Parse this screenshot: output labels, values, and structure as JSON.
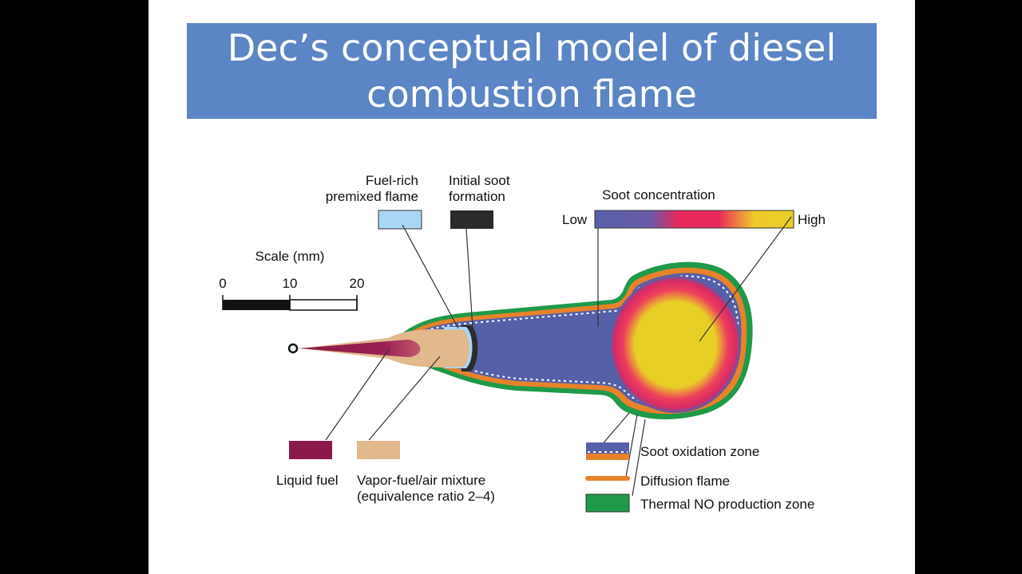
{
  "slide": {
    "title": "Dec’s conceptual model of diesel combustion flame"
  },
  "labels": {
    "fuel_rich_line1": "Fuel-rich",
    "fuel_rich_line2": "premixed flame",
    "initial_soot_line1": "Initial soot",
    "initial_soot_line2": "formation",
    "soot_concentration": "Soot concentration",
    "low": "Low",
    "high": "High",
    "scale_title": "Scale (mm)",
    "scale_ticks": [
      "0",
      "10",
      "20"
    ],
    "liquid_fuel": "Liquid fuel",
    "vapor_line1": "Vapor-fuel/air mixture",
    "vapor_line2": "(equivalence ratio 2–4)",
    "soot_oxidation": "Soot oxidation zone",
    "diffusion_flame": "Diffusion flame",
    "thermal_no": "Thermal NO production zone"
  },
  "colors": {
    "banner": "#5b85c4",
    "liquid_fuel": "#8b1a4a",
    "vapor": "#e2b98d",
    "premixed_flame": "#a9d6f5",
    "initial_soot": "#2b2b2b",
    "soot_low": "#5560a8",
    "soot_mid": "#e8275c",
    "soot_high": "#e8cf26",
    "diffusion_flame": "#e8822a",
    "thermal_no": "#1f9a48"
  }
}
